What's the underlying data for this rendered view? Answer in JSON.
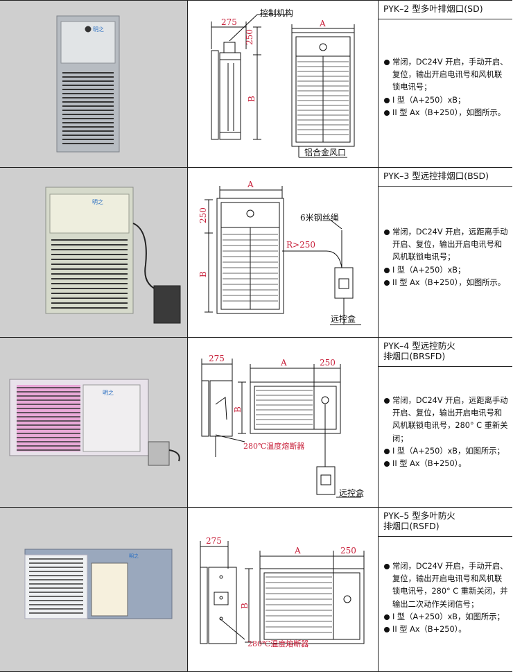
{
  "products": [
    {
      "title": "PYK–2 型多叶排烟口(SD)",
      "bullets": [
        "常闭，DC24V 开启，手动开启、复位，输出开启电讯号和风机联锁电讯号；",
        "I 型（A+250）xB；",
        "II 型 Ax（B+250），如图所示。"
      ],
      "drawing": {
        "dim_side": "275",
        "dim_top": "250",
        "dim_height": "B",
        "dim_width": "A",
        "label_control": "控制机构",
        "label_outlet": "铝合金风口"
      },
      "photo_logo": "明之"
    },
    {
      "title": "PYK–3 型远控排烟口(BSD)",
      "bullets": [
        "常闭，DC24V 开启，远距离手动开启、复位，输出开启电讯号和风机联锁电讯号；",
        "I 型（A+250）xB；",
        "II 型 Ax（B+250），如图所示。"
      ],
      "drawing": {
        "dim_width": "A",
        "dim_top": "250",
        "dim_height": "B",
        "label_wire": "6米钢丝绳",
        "label_radius": "R>250",
        "label_box": "远控盒"
      },
      "photo_logo": "明之"
    },
    {
      "title_lines": [
        "PYK–4 型远控防火",
        "排烟口(BRSFD)"
      ],
      "bullets": [
        "常闭，DC24V 开启，远距离手动开启、复位，输出开启电讯号和风机联锁电讯号，280° C 重新关闭；",
        "I 型（A+250）xB，如图所示；",
        "II 型 Ax（B+250）。"
      ],
      "drawing": {
        "dim_side": "275",
        "dim_width": "A",
        "dim_right": "250",
        "dim_height": "B",
        "label_fuse": "280℃温度熔断器",
        "label_box": "远控盒"
      },
      "photo_logo": "明之"
    },
    {
      "title_lines": [
        "PYK–5 型多叶防火",
        "排烟口(RSFD)"
      ],
      "bullets": [
        "常闭，DC24V 开启，手动开启、复位，输出开启电讯号和风机联锁电讯号，280° C 重新关闭，并输出二次动作关闭信号；",
        "I 型（A+250）xB，如图所示；",
        "II 型 Ax（B+250）。"
      ],
      "drawing": {
        "dim_side": "275",
        "dim_width": "A",
        "dim_right": "250",
        "dim_height": "B",
        "label_fuse": "280℃温度熔断器"
      },
      "photo_logo": "明之"
    }
  ],
  "colors": {
    "dimension_red": "#c8203a",
    "logo_blue": "#2a6fc2",
    "photo_bg": "#cfcfcf"
  }
}
